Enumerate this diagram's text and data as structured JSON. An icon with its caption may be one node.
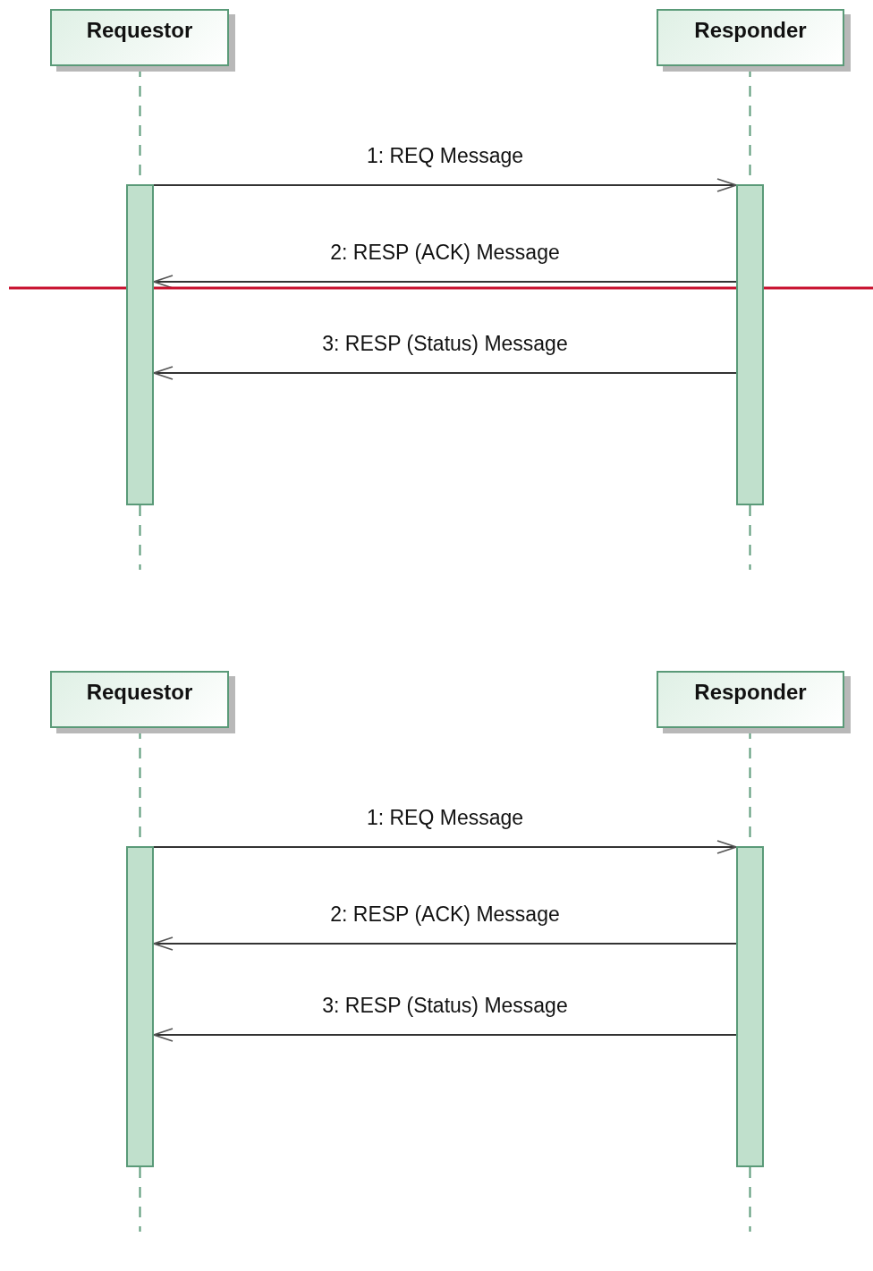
{
  "diagram": {
    "nodes": [
      {
        "text": [
          "Requestor"
        ]
      },
      {
        "text": [
          "Responder"
        ]
      },
      {
        "text": [],
        "shape": "bar"
      },
      {
        "text": [],
        "shape": "bar"
      },
      {
        "text": [
          "Requestor"
        ]
      },
      {
        "text": [
          "Responder"
        ]
      },
      {
        "text": [],
        "shape": "bar"
      },
      {
        "text": [],
        "shape": "bar"
      }
    ],
    "edges": [
      {
        "from": 2,
        "to": 3,
        "arrow": "to",
        "label": "1: REQ Message"
      },
      {
        "from": 3,
        "to": 2,
        "arrow": "to",
        "label": "2: RESP (ACK) Message"
      },
      {
        "from": 3,
        "to": 2,
        "arrow": "to",
        "label": "3: RESP (Status) Message"
      },
      {
        "from": 6,
        "to": 7,
        "arrow": "to",
        "label": "1: REQ Message"
      },
      {
        "from": 7,
        "to": 6,
        "arrow": "to",
        "label": "2: RESP (ACK) Message"
      },
      {
        "from": 7,
        "to": 6,
        "arrow": "to",
        "label": "3: RESP (Status) Message"
      },
      {
        "from": 0,
        "to": 2,
        "arrow": "none",
        "style": "dashed",
        "color": "#5a9a78"
      },
      {
        "from": 1,
        "to": 3,
        "arrow": "none",
        "style": "dashed",
        "color": "#5a9a78"
      },
      {
        "from": 4,
        "to": 6,
        "arrow": "none",
        "style": "dashed",
        "color": "#5a9a78"
      },
      {
        "from": 5,
        "to": 7,
        "arrow": "none",
        "style": "dashed",
        "color": "#5a9a78"
      }
    ]
  }
}
